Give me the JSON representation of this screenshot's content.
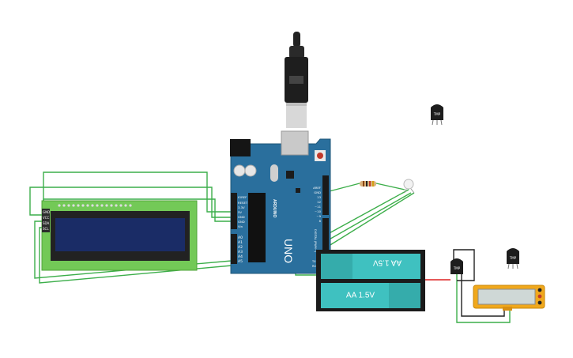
{
  "canvas": {
    "arduino": {
      "brand": "ARDUINO",
      "model": "UNO",
      "power_pins": [
        "IOREF",
        "RESET",
        "3.3V",
        "5V",
        "GND",
        "GND",
        "Vin"
      ],
      "analog_pins": [
        "A0",
        "A1",
        "A2",
        "A3",
        "A4",
        "A5"
      ],
      "digital_pins": [
        "AREF",
        "GND",
        "13",
        "12",
        "~11",
        "~10",
        "~9",
        "8"
      ],
      "digital_label": "DIGITAL (PWM~)",
      "tx_label": "TX",
      "rx_label": "RX"
    },
    "lcd": {
      "pins": [
        "GND",
        "VCC",
        "SDA",
        "SCL"
      ]
    },
    "battery": {
      "cell_top": "AA 1.5V",
      "cell_bottom": "AA 1.5V"
    },
    "sensors": [
      {
        "label": "TMP"
      },
      {
        "label": "TMP"
      },
      {
        "label": "TMP"
      }
    ],
    "colors": {
      "board": "#2a6f9d",
      "wire": "#3cae4a",
      "battery_cell": "#3fc1c0",
      "multimeter": "#f0a81c"
    }
  }
}
